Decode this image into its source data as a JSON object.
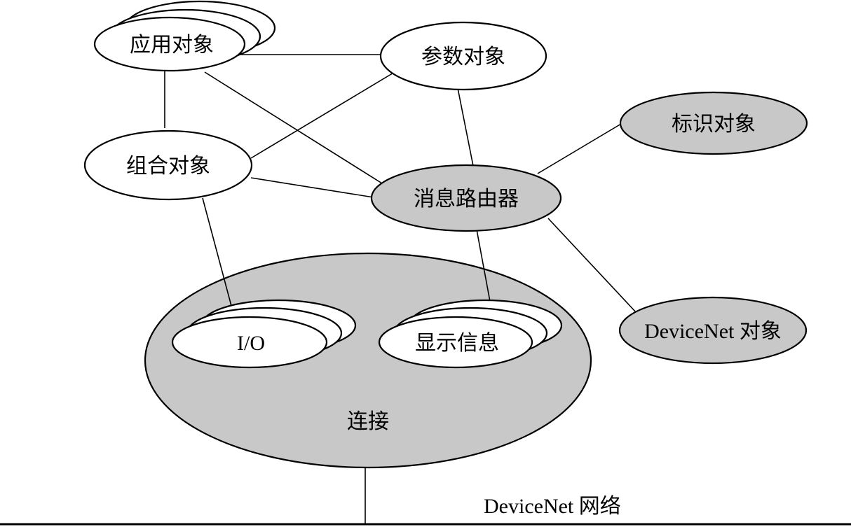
{
  "colors": {
    "gray_fill": "#c8c8c8",
    "white_fill": "#ffffff",
    "line": "#000000"
  },
  "nodes": {
    "application_object": "应用对象",
    "parameter_object": "参数对象",
    "identity_object": "标识对象",
    "assembly_object": "组合对象",
    "message_router": "消息路由器",
    "io": "I/O",
    "explicit_message": "显示信息",
    "connection": "连接",
    "devicenet_object": "DeviceNet 对象"
  },
  "network_label": "DeviceNet 网络"
}
